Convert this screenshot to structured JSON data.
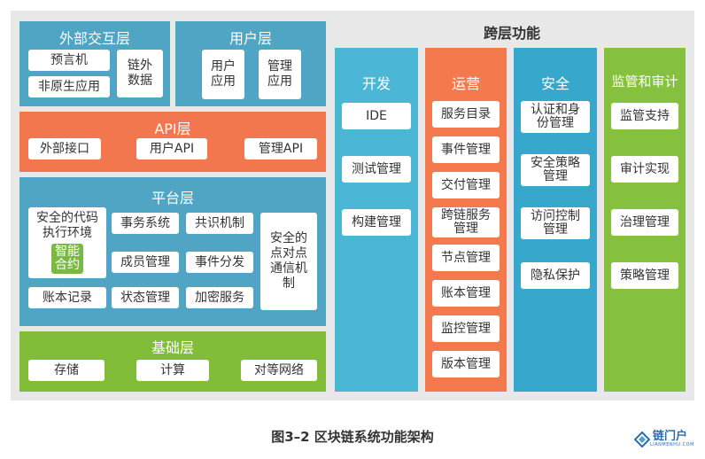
{
  "cross_layer_title": "跨层功能",
  "external_layer": {
    "title": "外部交互层",
    "items": [
      "预言机",
      "非原生应用",
      "链外数据"
    ]
  },
  "user_layer": {
    "title": "用户层",
    "items": [
      "用户应用",
      "管理应用"
    ]
  },
  "api_layer": {
    "title": "API层",
    "items": [
      "外部接口",
      "用户API",
      "管理API"
    ]
  },
  "platform_layer": {
    "title": "平台层",
    "secure_exec": "安全的代码执行环境",
    "smart_contract": "智能合约",
    "items": [
      "事务系统",
      "共识机制",
      "成员管理",
      "事件分发",
      "账本记录",
      "状态管理",
      "加密服务"
    ],
    "p2p": "安全的点对点通信机制"
  },
  "base_layer": {
    "title": "基础层",
    "items": [
      "存储",
      "计算",
      "对等网络"
    ]
  },
  "dev": {
    "title": "开发",
    "items": [
      "IDE",
      "测试管理",
      "构建管理"
    ]
  },
  "ops": {
    "title": "运营",
    "items": [
      "服务目录",
      "事件管理",
      "交付管理",
      "跨链服务管理",
      "节点管理",
      "账本管理",
      "监控管理",
      "版本管理"
    ]
  },
  "security": {
    "title": "安全",
    "items": [
      "认证和身份管理",
      "安全策略管理",
      "访问控制管理",
      "隐私保护"
    ]
  },
  "audit": {
    "title": "监管和审计",
    "items": [
      "监管支持",
      "审计实现",
      "治理管理",
      "策略管理"
    ]
  },
  "caption": "图3–2  区块链系统功能架构",
  "logo": {
    "text": "链门户",
    "sub": "LIANMENHU.COM"
  },
  "colors": {
    "blue": "#4fa5c3",
    "orange": "#f2774e",
    "green": "#82bd3a",
    "canvas": "#e8e8e8"
  }
}
